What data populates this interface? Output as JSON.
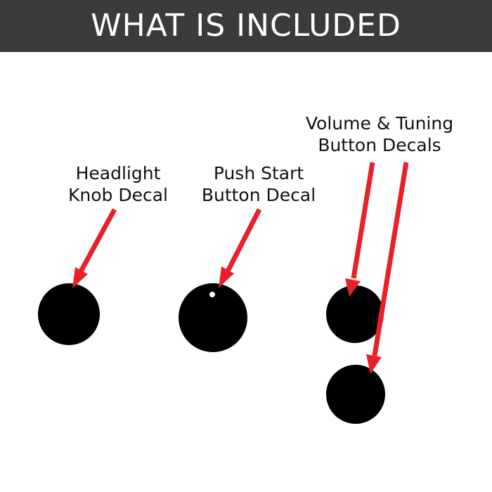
{
  "header": {
    "title": "WHAT IS INCLUDED",
    "background_color": "#3b3b3b",
    "text_color": "#ffffff"
  },
  "labels": {
    "headlight": {
      "line1": "Headlight",
      "line2": "Knob Decal"
    },
    "push_start": {
      "line1": "Push Start",
      "line2": "Button Decal"
    },
    "volume_tuning": {
      "line1": "Volume & Tuning",
      "line2": "Button Decals"
    }
  },
  "colors": {
    "decal": "#000000",
    "arrow": "#e8202a",
    "background": "#ffffff"
  }
}
